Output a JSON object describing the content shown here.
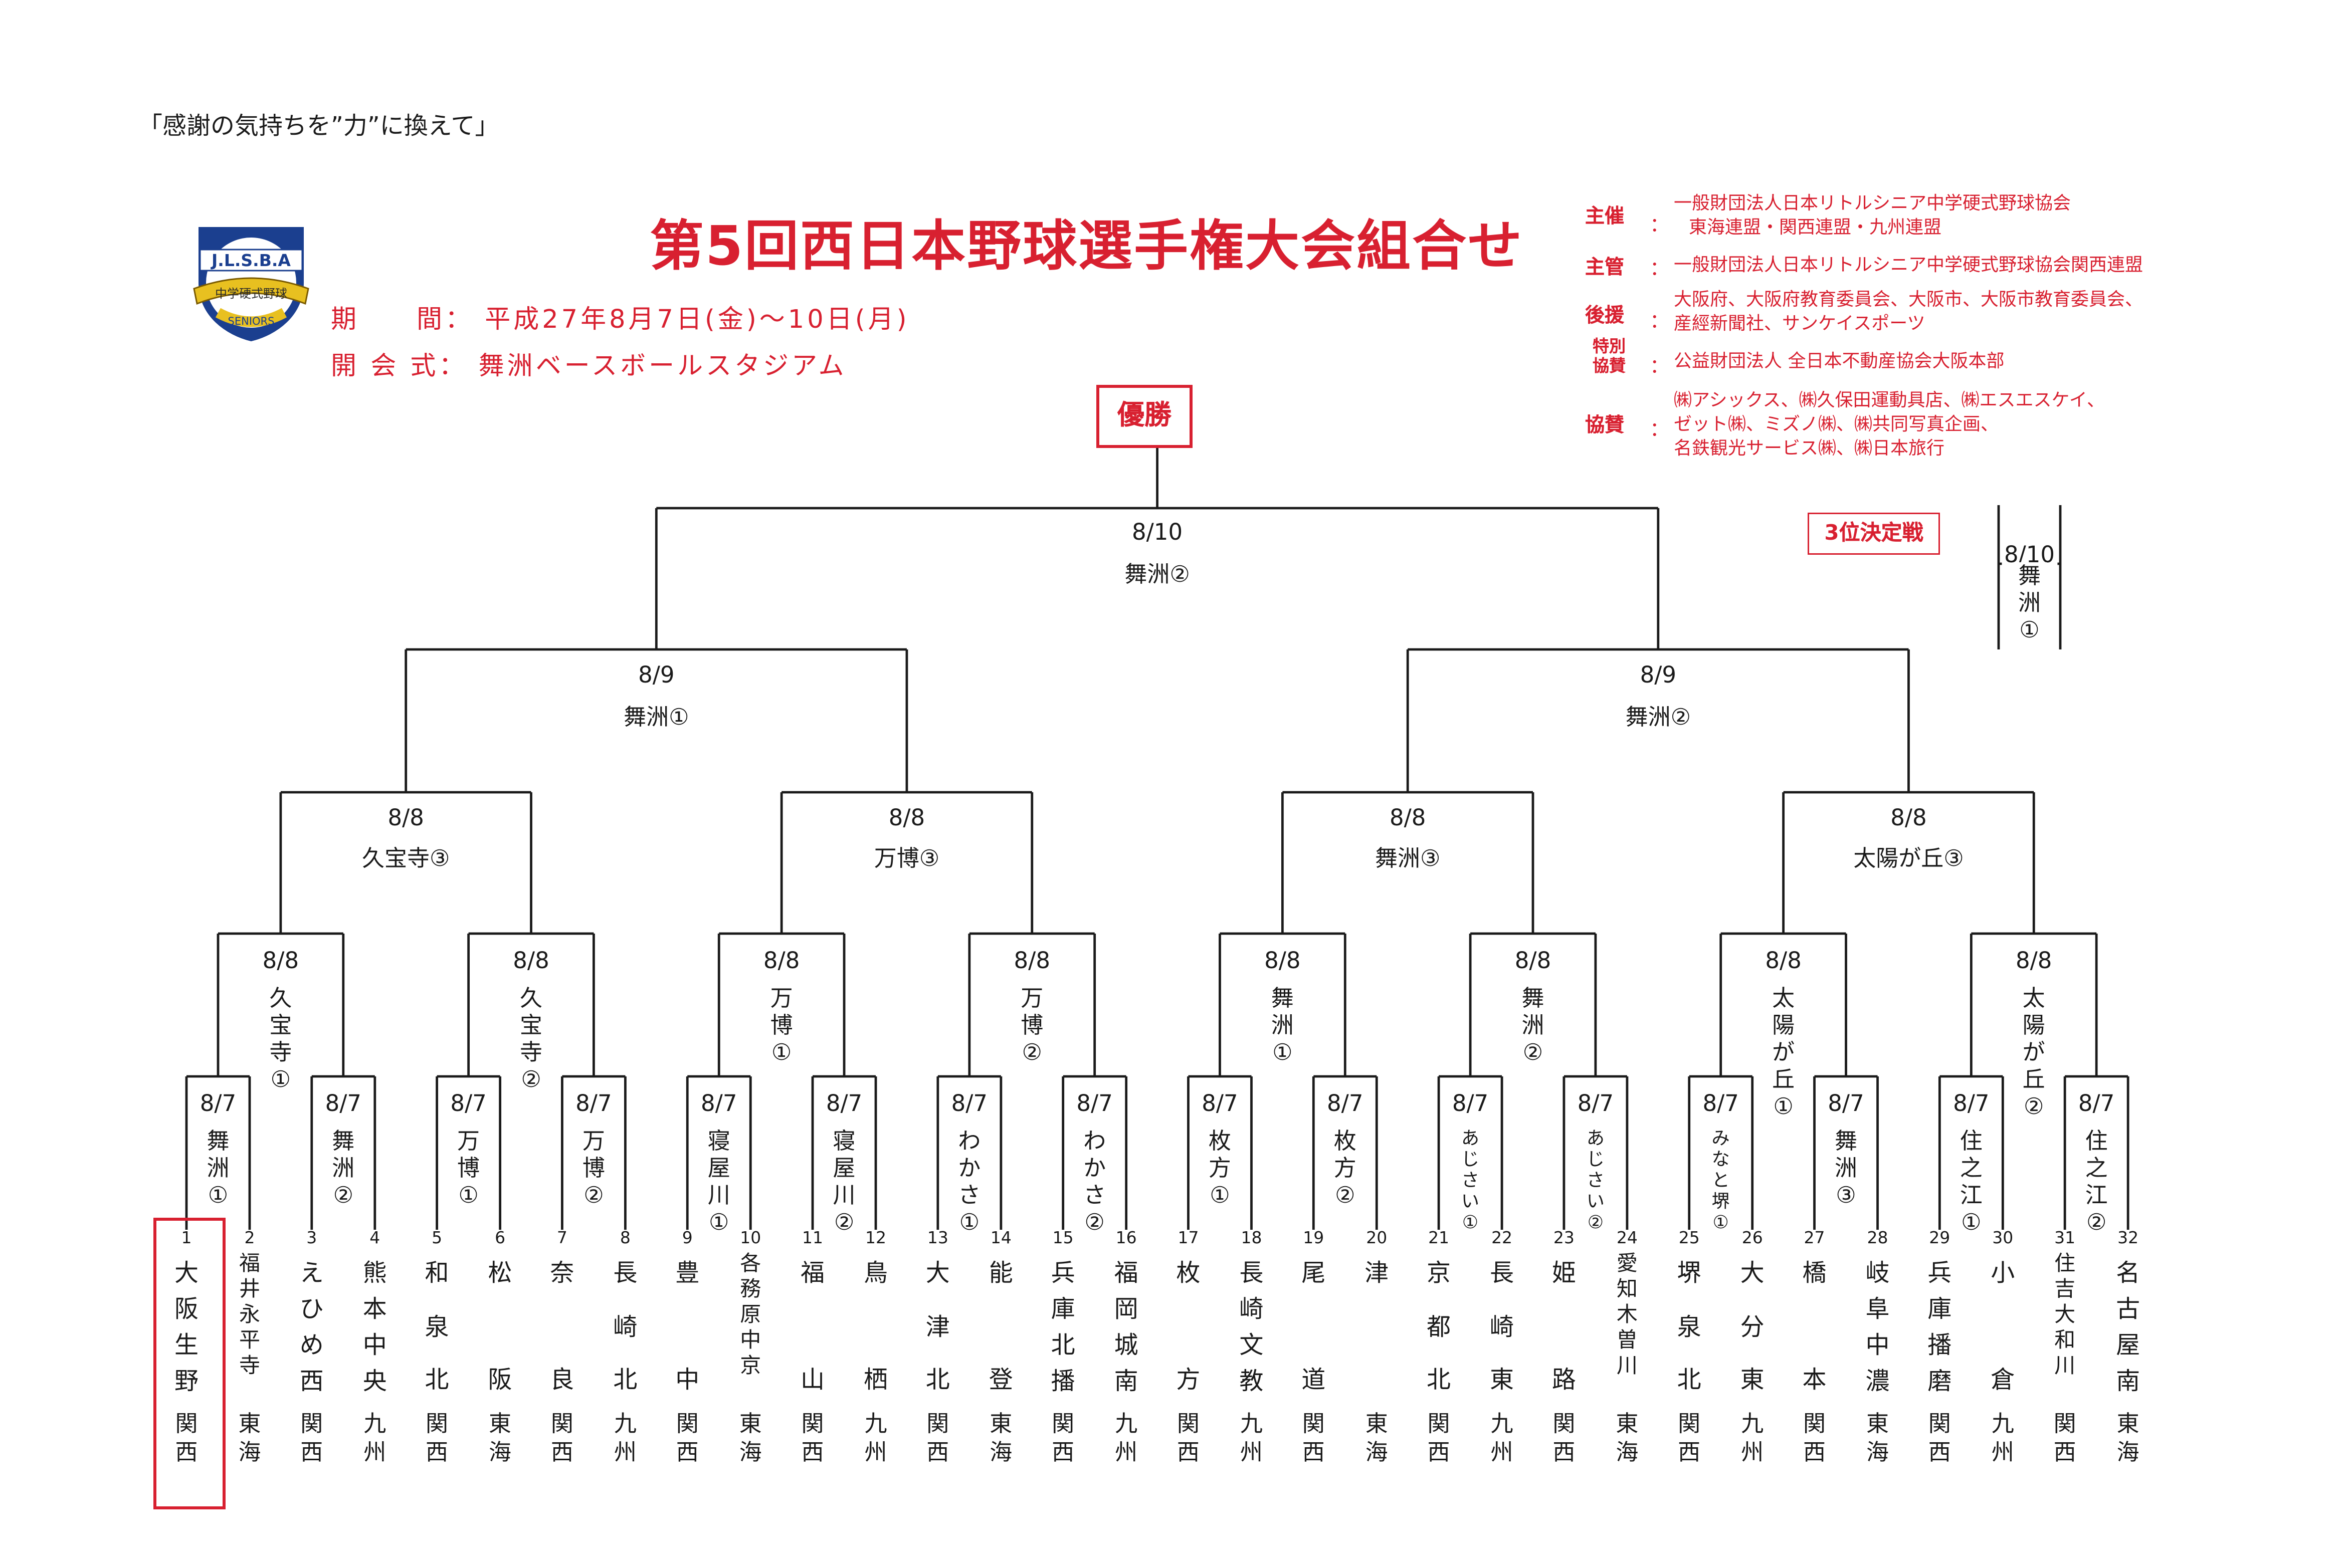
{
  "slogan": "「感謝の気持ちを”力”に換えて」",
  "title": "第5回西日本野球選手権大会組合せ",
  "period": {
    "label": "期　　間：",
    "value": "平成27年8月7日(金)～10日(月)"
  },
  "ceremony": {
    "label": "開 会 式：",
    "value": "舞洲ベースボールスタジアム"
  },
  "logo": {
    "text": "J.L.S.B.A",
    "subtext": "中学硬式野球",
    "ribbon": "SENIORS",
    "icon": "baseball-logo-icon"
  },
  "hosts": {
    "shusai": {
      "label": "主催",
      "lines": [
        "一般財団法人日本リトルシニア中学硬式野球協会",
        "東海連盟・関西連盟・九州連盟"
      ]
    },
    "shukan": {
      "label": "主管",
      "lines": [
        "一般財団法人日本リトルシニア中学硬式野球協会関西連盟"
      ]
    },
    "kouen": {
      "label": "後援",
      "lines": [
        "大阪府、大阪府教育委員会、大阪市、大阪市教育委員会、",
        "産經新聞社、サンケイスポーツ"
      ]
    },
    "tokubetsu": {
      "label": "特別協賛",
      "lines": [
        "公益財団法人 全日本不動産協会大阪本部"
      ]
    },
    "kyousan": {
      "label": "協賛",
      "lines": [
        "㈱アシックス、㈱久保田運動具店、㈱エスエスケイ、",
        "ゼット㈱、ミズノ㈱、㈱共同写真企画、",
        "名鉄観光サービス㈱、㈱日本旅行"
      ]
    }
  },
  "champion_label": "優勝",
  "third_place": {
    "label": "3位決定戦",
    "date": "8/10",
    "venue": "舞洲①"
  },
  "final": {
    "date": "8/10",
    "venue": "舞洲②"
  },
  "semis": [
    {
      "date": "8/9",
      "venue": "舞洲①"
    },
    {
      "date": "8/9",
      "venue": "舞洲②"
    }
  ],
  "quarters": [
    {
      "date": "8/8",
      "venue": "久宝寺③"
    },
    {
      "date": "8/8",
      "venue": "万博③"
    },
    {
      "date": "8/8",
      "venue": "舞洲③"
    },
    {
      "date": "8/8",
      "venue": "太陽が丘③"
    }
  ],
  "round2": [
    {
      "date": "8/8",
      "venue": "久宝寺①"
    },
    {
      "date": "8/8",
      "venue": "久宝寺②"
    },
    {
      "date": "8/8",
      "venue": "万博①"
    },
    {
      "date": "8/8",
      "venue": "万博②"
    },
    {
      "date": "8/8",
      "venue": "舞洲①"
    },
    {
      "date": "8/8",
      "venue": "舞洲②"
    },
    {
      "date": "8/8",
      "venue": "太陽が丘①"
    },
    {
      "date": "8/8",
      "venue": "太陽が丘②"
    }
  ],
  "round1": [
    {
      "date": "8/7",
      "venue": "舞洲①"
    },
    {
      "date": "8/7",
      "venue": "舞洲②"
    },
    {
      "date": "8/7",
      "venue": "万博①"
    },
    {
      "date": "8/7",
      "venue": "万博②"
    },
    {
      "date": "8/7",
      "venue": "寝屋川①"
    },
    {
      "date": "8/7",
      "venue": "寝屋川②"
    },
    {
      "date": "8/7",
      "venue": "わかさ①"
    },
    {
      "date": "8/7",
      "venue": "わかさ②"
    },
    {
      "date": "8/7",
      "venue": "枚方①"
    },
    {
      "date": "8/7",
      "venue": "枚方②"
    },
    {
      "date": "8/7",
      "venue": "あじさい①"
    },
    {
      "date": "8/7",
      "venue": "あじさい②"
    },
    {
      "date": "8/7",
      "venue": "みなと堺①"
    },
    {
      "date": "8/7",
      "venue": "舞洲③"
    },
    {
      "date": "8/7",
      "venue": "住之江①"
    },
    {
      "date": "8/7",
      "venue": "住之江②"
    }
  ],
  "teams": [
    {
      "num": "1",
      "name": [
        "大",
        "阪",
        "生",
        "野"
      ],
      "region": "関西"
    },
    {
      "num": "2",
      "name": [
        "福",
        "井",
        "永",
        "平",
        "寺"
      ],
      "region": "東海"
    },
    {
      "num": "3",
      "name": [
        "え",
        "ひ",
        "め",
        "西"
      ],
      "region": "関西"
    },
    {
      "num": "4",
      "name": [
        "熊",
        "本",
        "中",
        "央"
      ],
      "region": "九州"
    },
    {
      "num": "5",
      "name": [
        "和",
        "泉",
        "北"
      ],
      "region": "関西"
    },
    {
      "num": "6",
      "name": [
        "松",
        "阪"
      ],
      "region": "東海"
    },
    {
      "num": "7",
      "name": [
        "奈",
        "良"
      ],
      "region": "関西"
    },
    {
      "num": "8",
      "name": [
        "長",
        "崎",
        "北"
      ],
      "region": "九州"
    },
    {
      "num": "9",
      "name": [
        "豊",
        "中"
      ],
      "region": "関西"
    },
    {
      "num": "10",
      "name": [
        "各",
        "務",
        "原",
        "中",
        "京"
      ],
      "region": "東海"
    },
    {
      "num": "11",
      "name": [
        "福",
        "山"
      ],
      "region": "関西"
    },
    {
      "num": "12",
      "name": [
        "鳥",
        "栖"
      ],
      "region": "九州"
    },
    {
      "num": "13",
      "name": [
        "大",
        "津",
        "北"
      ],
      "region": "関西"
    },
    {
      "num": "14",
      "name": [
        "能",
        "登"
      ],
      "region": "東海"
    },
    {
      "num": "15",
      "name": [
        "兵",
        "庫",
        "北",
        "播"
      ],
      "region": "関西"
    },
    {
      "num": "16",
      "name": [
        "福",
        "岡",
        "城",
        "南"
      ],
      "region": "九州"
    },
    {
      "num": "17",
      "name": [
        "枚",
        "方"
      ],
      "region": "関西"
    },
    {
      "num": "18",
      "name": [
        "長",
        "崎",
        "文",
        "教"
      ],
      "region": "九州"
    },
    {
      "num": "19",
      "name": [
        "尾",
        "道"
      ],
      "region": "関西"
    },
    {
      "num": "20",
      "name": [
        "津"
      ],
      "region": "東海"
    },
    {
      "num": "21",
      "name": [
        "京",
        "都",
        "北"
      ],
      "region": "関西"
    },
    {
      "num": "22",
      "name": [
        "長",
        "崎",
        "東"
      ],
      "region": "九州"
    },
    {
      "num": "23",
      "name": [
        "姫",
        "路"
      ],
      "region": "関西"
    },
    {
      "num": "24",
      "name": [
        "愛",
        "知",
        "木",
        "曽",
        "川"
      ],
      "region": "東海"
    },
    {
      "num": "25",
      "name": [
        "堺",
        "泉",
        "北"
      ],
      "region": "関西"
    },
    {
      "num": "26",
      "name": [
        "大",
        "分",
        "東"
      ],
      "region": "九州"
    },
    {
      "num": "27",
      "name": [
        "橋",
        "本"
      ],
      "region": "関西"
    },
    {
      "num": "28",
      "name": [
        "岐",
        "阜",
        "中",
        "濃"
      ],
      "region": "東海"
    },
    {
      "num": "29",
      "name": [
        "兵",
        "庫",
        "播",
        "磨"
      ],
      "region": "関西"
    },
    {
      "num": "30",
      "name": [
        "小",
        "倉"
      ],
      "region": "九州"
    },
    {
      "num": "31",
      "name": [
        "住",
        "吉",
        "大",
        "和",
        "川"
      ],
      "region": "関西"
    },
    {
      "num": "32",
      "name": [
        "名",
        "古",
        "屋",
        "南"
      ],
      "region": "東海"
    }
  ],
  "highlight_team_index": 0,
  "colors": {
    "accent": "#d82030",
    "line": "#1a1a1a"
  }
}
